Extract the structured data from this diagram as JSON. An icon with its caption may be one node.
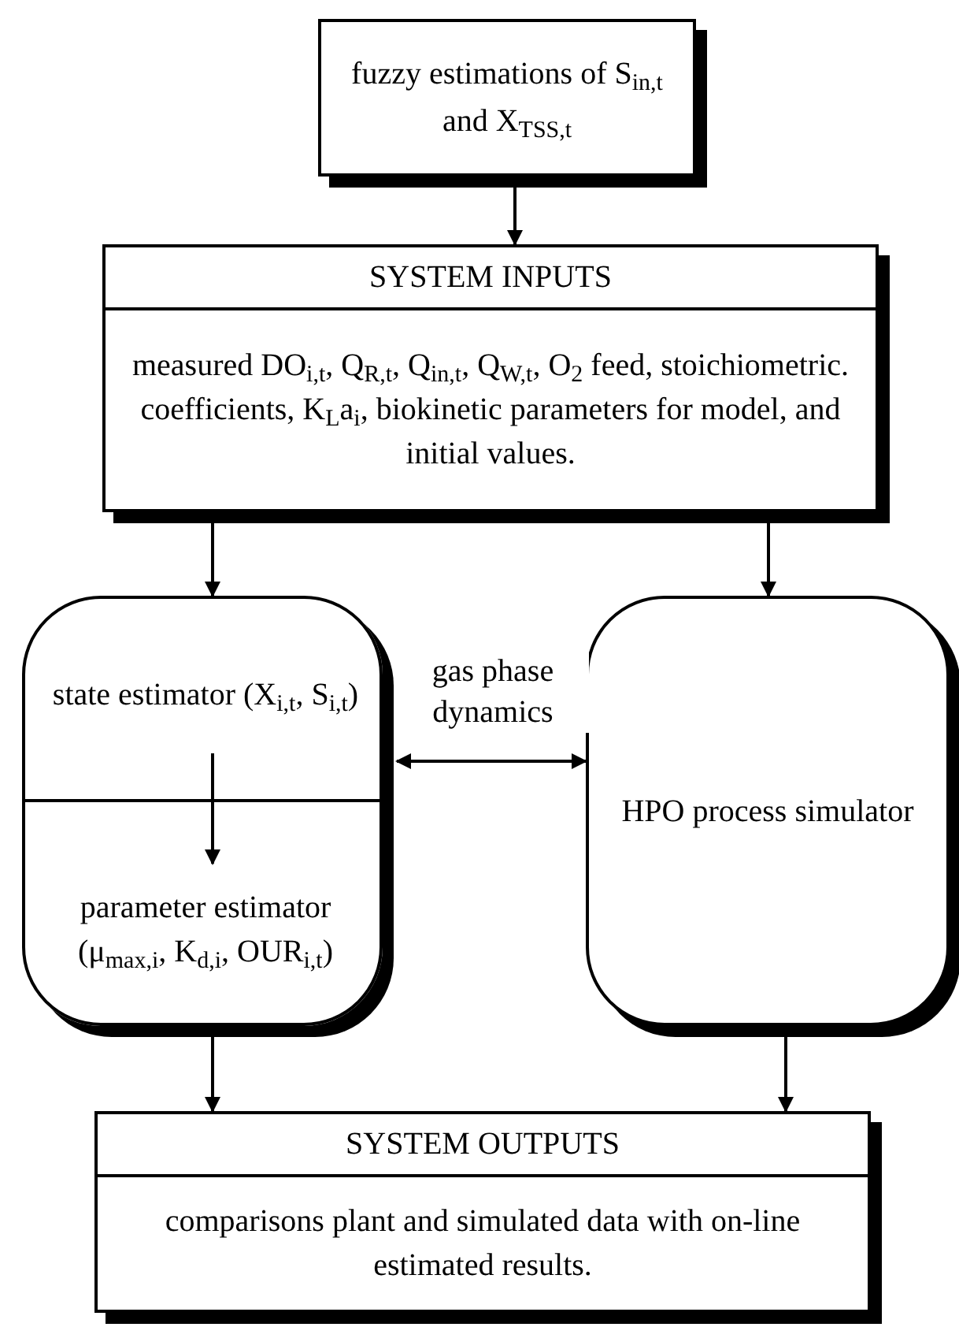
{
  "diagram": {
    "nodes": [
      {
        "text": [
          "fuzzy estimations of S$_{in,t}$ and X$_{TSS,t}$"
        ]
      },
      {
        "text": [
          "SYSTEM INPUTS",
          "measured DO$_{i,t}$, Q$_{R,t}$, Q$_{in,t}$, Q$_{W,t}$, O$_{2}$ feed, stoichiometric. coefficients, K$_{L}$a$_{i}$, biokinetic parameters for model, and initial values."
        ]
      },
      {
        "text": [],
        "shape": "box"
      },
      {
        "text": [
          "state estimator (X$_{i,t}$, S$_{i,t}$)"
        ],
        "in": 2
      },
      {
        "text": [
          "parameter estimator (μ$_{max,i}$, K$_{d,i}$, OUR$_{i,t}$)"
        ],
        "in": 2
      },
      {
        "text": [
          "HPO process simulator"
        ]
      },
      {
        "text": [
          "SYSTEM OUTPUTS",
          "comparisons plant and simulated data with on-line estimated results."
        ]
      }
    ],
    "edges": [
      {
        "from": 0,
        "to": 1,
        "arrow": "to"
      },
      {
        "from": 1,
        "to": 2,
        "arrow": "to"
      },
      {
        "from": 1,
        "to": 5,
        "arrow": "to"
      },
      {
        "from": 3,
        "to": 4,
        "arrow": "to"
      },
      {
        "from": 2,
        "to": 5,
        "arrow": "both",
        "label": "gas phase dynamics"
      },
      {
        "from": 2,
        "to": 6,
        "arrow": "to"
      },
      {
        "from": 5,
        "to": 6,
        "arrow": "to"
      }
    ]
  }
}
